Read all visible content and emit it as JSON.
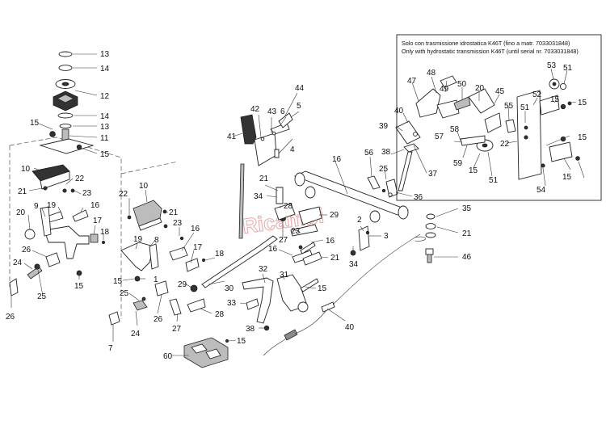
{
  "note": {
    "line1": "Solo con trasmissione idrostatica K46T (fino a matr. 7033031848)",
    "line2": "Only with hydrostatic transmission K46T (until serial nr. 7033031848)"
  },
  "watermark": "Ricambi",
  "colors": {
    "ink": "#222222",
    "label": "#111111",
    "watermark": "#e7a6a6"
  },
  "labels": [
    "13",
    "14",
    "12",
    "14",
    "13",
    "15",
    "11",
    "15",
    "10",
    "22",
    "21",
    "23",
    "19",
    "16",
    "20",
    "9",
    "17",
    "18",
    "26",
    "24",
    "25",
    "15",
    "26",
    "22",
    "10",
    "21",
    "23",
    "16",
    "8",
    "19",
    "17",
    "18",
    "15",
    "29",
    "30",
    "25",
    "27",
    "28",
    "24",
    "26",
    "7",
    "60",
    "15",
    "1",
    "41",
    "42",
    "43",
    "6",
    "5",
    "44",
    "4",
    "16",
    "21",
    "34",
    "28",
    "29",
    "27",
    "23",
    "16",
    "16",
    "21",
    "34",
    "2",
    "3",
    "32",
    "31",
    "15",
    "33",
    "38",
    "40",
    "40",
    "39",
    "56",
    "25",
    "38",
    "37",
    "36",
    "35",
    "21",
    "46",
    "47",
    "48",
    "49",
    "50",
    "20",
    "45",
    "53",
    "51",
    "52",
    "15",
    "51",
    "15",
    "55",
    "22",
    "57",
    "58",
    "59",
    "15",
    "51",
    "54",
    "15",
    "15"
  ]
}
